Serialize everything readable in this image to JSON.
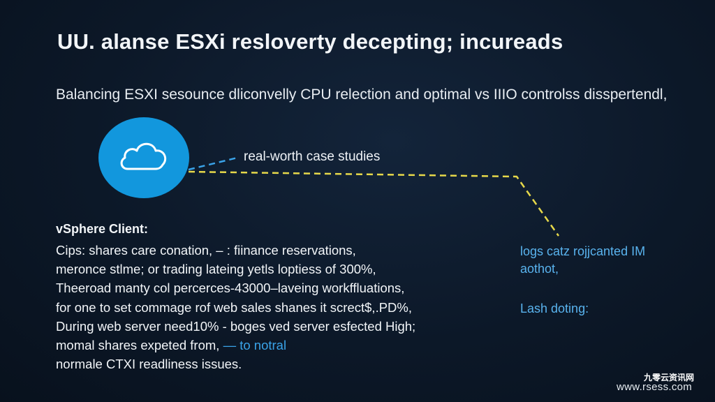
{
  "title": "UU. alanse ESXi resloverty decepting; incureads",
  "subtitle": "Balancing ESXI sesounce dliconvelly CPU relection and optimal vs IIIO controlss disspertendl,",
  "icon": "cloud-icon",
  "callout": "real-worth case studies",
  "left": {
    "heading": "vSphere Client:",
    "lines": [
      "Cips: shares care conation, – : fiinance reservations,",
      "meronce stlme; or trading lateing yetls loptiess of 300%,",
      "Theeroad manty col percerces-43000–laveing workffluations,",
      "for one to set commage rof web sales shanes it screct$,.PD%,",
      "During web server need10% - boges ved server esfected High;"
    ],
    "line6_text": "momal shares expeted from,",
    "line6_accent": "— to notral",
    "line7": "normale CTXI readliness issues."
  },
  "right": {
    "line1": "logs catz rojjcanted IM",
    "line2": "aothot,",
    "line3": "Lash doting:"
  },
  "watermark": {
    "cn": "九零云资讯网",
    "url": "www.rsess.com"
  },
  "colors": {
    "background": "#0c1828",
    "circle": "#1297dd",
    "dashed_yellow": "#e6d84a",
    "dashed_blue": "#3aa3e8",
    "accent_text": "#59b3ee"
  }
}
